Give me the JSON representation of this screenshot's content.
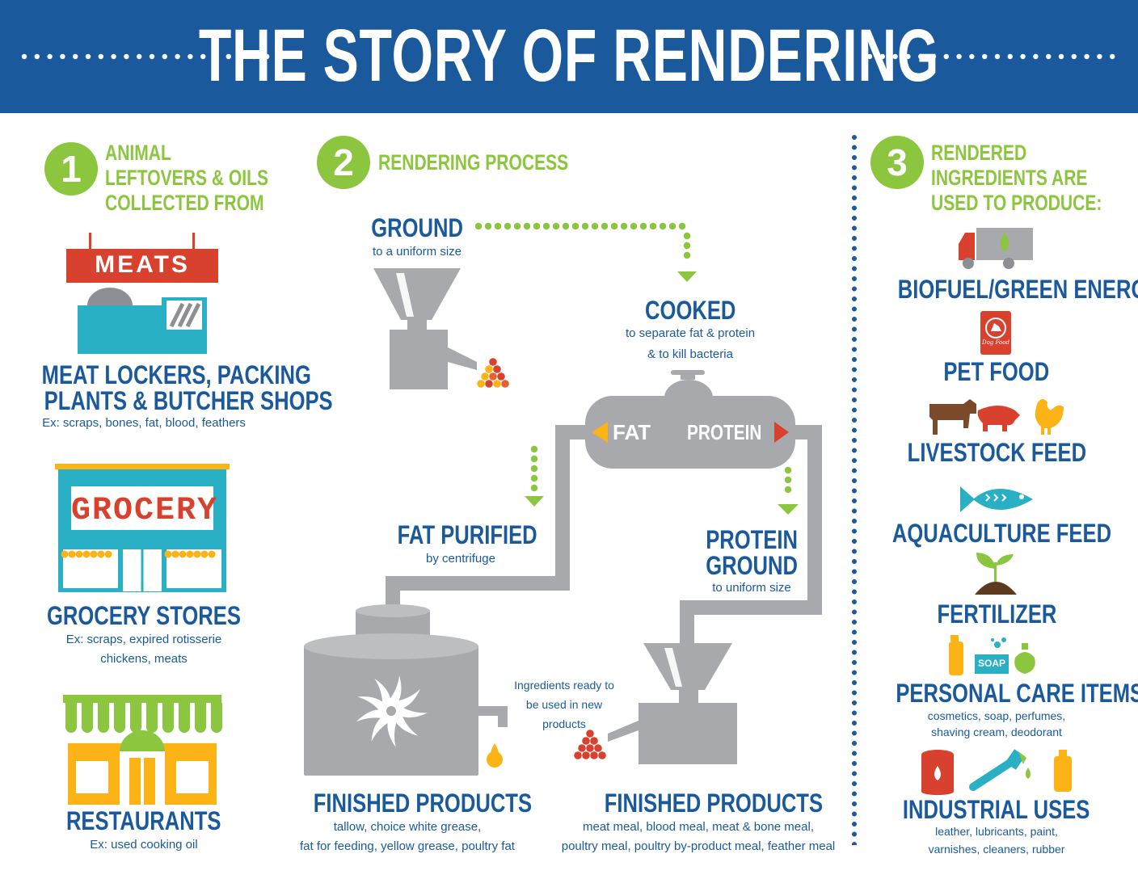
{
  "title": "THE STORY OF RENDERING",
  "colors": {
    "blue": "#1a5a9c",
    "green": "#8cc63f",
    "gray": "#a7a9ac",
    "red": "#d9412f",
    "yellow": "#fbb316",
    "teal": "#2ab0c5"
  },
  "section1": {
    "number": "1",
    "heading": [
      "ANIMAL",
      "LEFTOVERS & OILS",
      "COLLECTED FROM"
    ],
    "meats_sign": "MEATS",
    "meat_title": [
      "MEAT LOCKERS, PACKING",
      "PLANTS & BUTCHER SHOPS"
    ],
    "meat_examples": "Ex: scraps, bones, fat, blood, feathers",
    "grocery_sign": "GROCERY",
    "grocery_title": "GROCERY STORES",
    "grocery_examples": [
      "Ex: scraps, expired rotisserie",
      "chickens, meats"
    ],
    "restaurant_title": "RESTAURANTS",
    "restaurant_examples": "Ex: used cooking oil"
  },
  "section2": {
    "number": "2",
    "heading": "RENDERING PROCESS",
    "ground_title": "GROUND",
    "ground_sub": "to a uniform size",
    "cooked_title": "COOKED",
    "cooked_sub": [
      "to separate fat & protein",
      "& to kill bacteria"
    ],
    "fat_label": "FAT",
    "protein_label": "PROTEIN",
    "fat_purified_title": "FAT PURIFIED",
    "fat_purified_sub": "by centrifuge",
    "protein_ground_title": [
      "PROTEIN",
      "GROUND"
    ],
    "protein_ground_sub": "to uniform size",
    "ingredients_ready": [
      "Ingredients ready to",
      "be used in new",
      "products"
    ],
    "finished_fat_title": "FINISHED PRODUCTS",
    "finished_fat_sub": [
      "tallow, choice white grease,",
      "fat for feeding, yellow grease, poultry fat"
    ],
    "finished_protein_title": "FINISHED PRODUCTS",
    "finished_protein_sub": [
      "meat meal, blood meal, meat & bone meal,",
      "poultry meal, poultry by-product meal, feather meal"
    ]
  },
  "section3": {
    "number": "3",
    "heading": [
      "RENDERED",
      "INGREDIENTS ARE",
      "USED TO PRODUCE:"
    ],
    "items": [
      {
        "title": "BIOFUEL/GREEN ENERGY",
        "icon": "fuel-truck-icon"
      },
      {
        "title": "PET FOOD",
        "icon": "pet-food-bag-icon",
        "bag_label": "Dog Food"
      },
      {
        "title": "LIVESTOCK FEED",
        "icon": "livestock-icon"
      },
      {
        "title": "AQUACULTURE FEED",
        "icon": "fish-icon"
      },
      {
        "title": "FERTILIZER",
        "icon": "sprout-icon"
      },
      {
        "title": "PERSONAL CARE ITEMS",
        "icon": "personal-care-icon",
        "soap_label": "SOAP",
        "sub": [
          "cosmetics, soap, perfumes,",
          "shaving cream, deodorant"
        ]
      },
      {
        "title": "INDUSTRIAL USES",
        "icon": "industrial-icon",
        "sub": [
          "leather, lubricants, paint,",
          "varnishes, cleaners, rubber"
        ]
      }
    ]
  }
}
